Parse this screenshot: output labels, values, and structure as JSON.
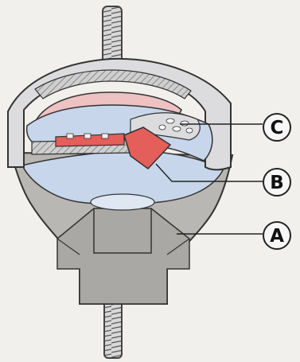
{
  "diagram": {
    "callouts": [
      {
        "id": "C",
        "label": "C"
      },
      {
        "id": "B",
        "label": "B"
      },
      {
        "id": "A",
        "label": "A"
      }
    ],
    "colors": {
      "background": "#f2f0ec",
      "rubber_gray": "#b8b7b4",
      "metal_light": "#dcdcdf",
      "fluid_blue": "#c7d6ea",
      "fluid_pink": "#eec2c2",
      "valve_red": "#e45e5a",
      "outline": "#333333"
    }
  }
}
